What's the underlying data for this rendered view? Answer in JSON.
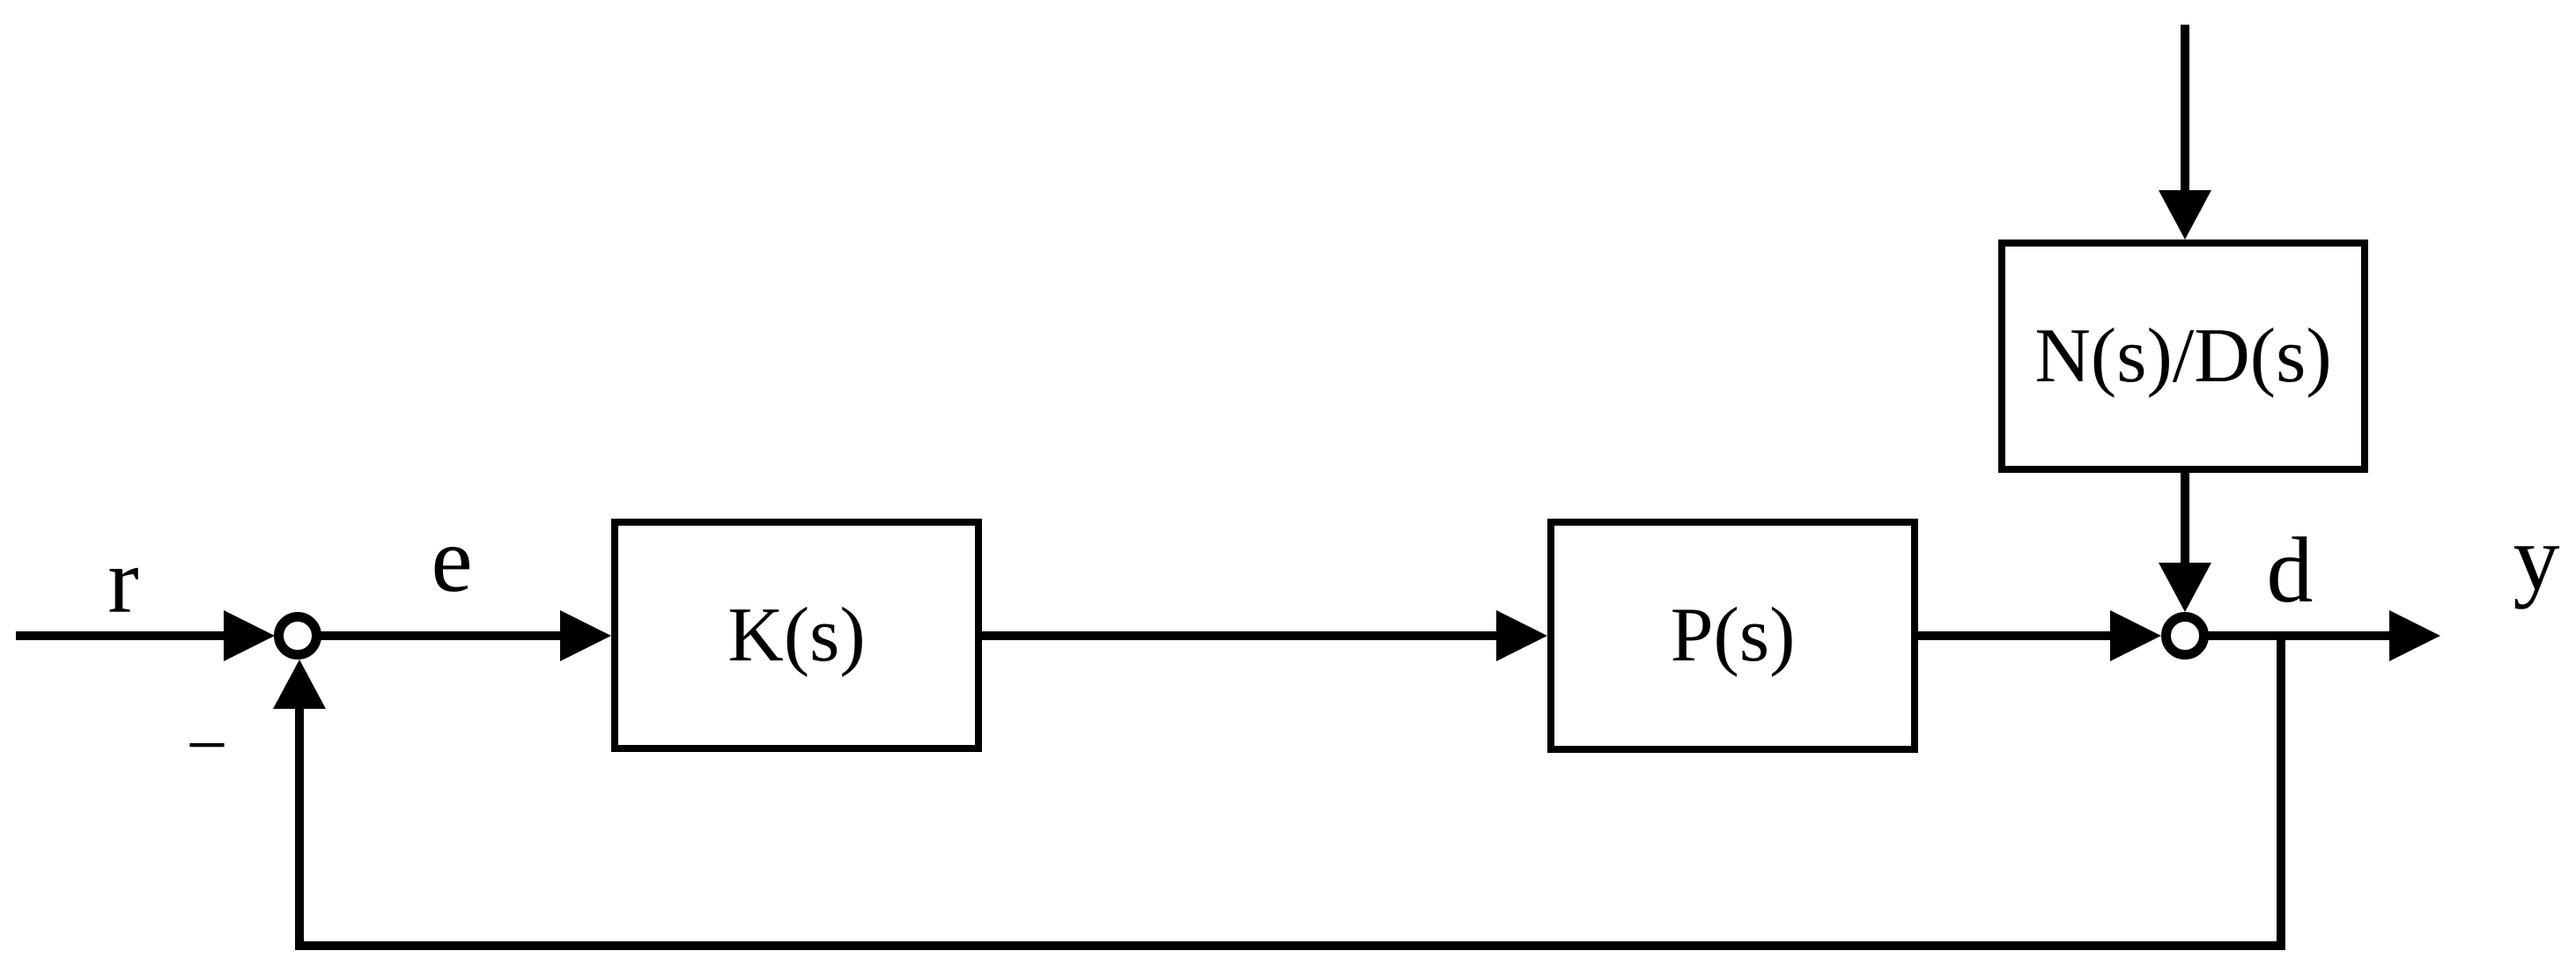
{
  "diagram": {
    "type": "feedback-control-block-diagram",
    "background_color": "#ffffff",
    "line_color": "#000000",
    "blocks": [
      {
        "id": "controller",
        "label": "K(s)"
      },
      {
        "id": "plant",
        "label": "P(s)"
      },
      {
        "id": "disturbance-filter",
        "label": "N(s)/D(s)"
      }
    ],
    "signals": {
      "reference_input": "r",
      "error": "e",
      "disturbance": "d",
      "output": "y",
      "feedback_sign": "−"
    }
  }
}
